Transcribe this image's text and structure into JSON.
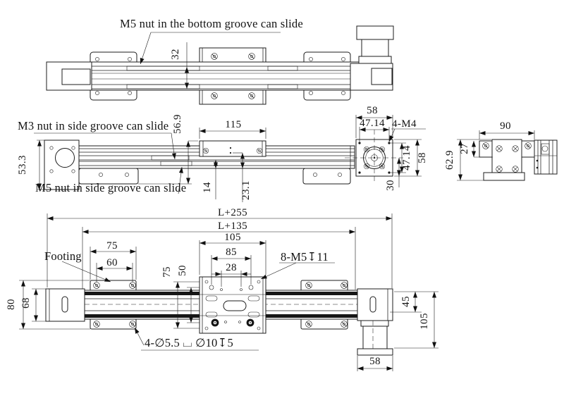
{
  "drawing": {
    "notes": {
      "m5_bottom_groove": "M5 nut in the bottom groove can slide",
      "m3_side_groove": "M3 nut in side groove can slide",
      "m5_side_groove": "M5 nut in side groove can slide",
      "footing": "Footing",
      "counterbore_holes": "4-∅5.5 ⌴ ∅10↧5",
      "tapped_holes": "8-M5↧11",
      "motor_mount_holes": "4-M4"
    },
    "top_view": {
      "groove_pitch": "32"
    },
    "front_view": {
      "body_height": "53.3",
      "overall_height": "56.9",
      "carriage_length": "115",
      "groove_height_1": "14",
      "groove_height_2": "23.1"
    },
    "motor_end_view": {
      "width": "58",
      "hole_pitch_h": "47.14",
      "hole_pitch_v": "47.14",
      "height": "58",
      "center_height": "30"
    },
    "section_view": {
      "carriage_width": "90",
      "overall_height": "62.9",
      "carriage_height": "27"
    },
    "bottom_view": {
      "overall_length": "L+255",
      "rail_length": "L+135",
      "plate_length": "105",
      "hole_pitch_a": "85",
      "hole_pitch_b": "28",
      "footing_length": "75",
      "footing_hole_pitch": "60",
      "plate_hole_pitch_v75": "75",
      "plate_hole_pitch_v50": "50",
      "base_width": "80",
      "block_width": "68",
      "block_height": "45",
      "motor_height": "105",
      "motor_width": "58"
    }
  }
}
